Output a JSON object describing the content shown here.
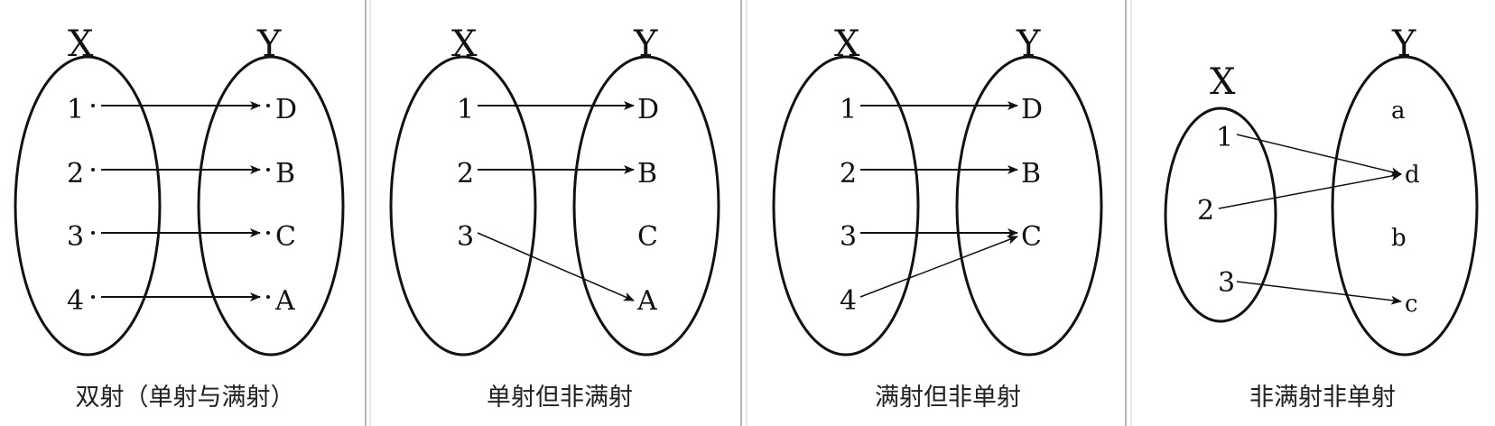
{
  "colors": {
    "stroke": "#111111",
    "divider": "#b5b5b5",
    "divider_shadow": "#e9e9e9",
    "caption_text": "#222222"
  },
  "panels": [
    {
      "caption": "双射（单射与满射）",
      "set_x_label": "X",
      "set_y_label": "Y",
      "x_elements": [
        "1",
        "2",
        "3",
        "4"
      ],
      "y_elements": [
        "D",
        "B",
        "C",
        "A"
      ],
      "mapping": [
        [
          "1",
          "D"
        ],
        [
          "2",
          "B"
        ],
        [
          "3",
          "C"
        ],
        [
          "4",
          "A"
        ]
      ]
    },
    {
      "caption": "单射但非满射",
      "set_x_label": "X",
      "set_y_label": "Y",
      "x_elements": [
        "1",
        "2",
        "3"
      ],
      "y_elements": [
        "D",
        "B",
        "C",
        "A"
      ],
      "mapping": [
        [
          "1",
          "D"
        ],
        [
          "2",
          "B"
        ],
        [
          "3",
          "A"
        ]
      ]
    },
    {
      "caption": "满射但非单射",
      "set_x_label": "X",
      "set_y_label": "Y",
      "x_elements": [
        "1",
        "2",
        "3",
        "4"
      ],
      "y_elements": [
        "D",
        "B",
        "C"
      ],
      "mapping": [
        [
          "1",
          "D"
        ],
        [
          "2",
          "B"
        ],
        [
          "3",
          "C"
        ],
        [
          "4",
          "C"
        ]
      ]
    },
    {
      "caption": "非满射非单射",
      "set_x_label": "X",
      "set_y_label": "Y",
      "x_elements": [
        "1",
        "2",
        "3"
      ],
      "y_elements": [
        "a",
        "d",
        "b",
        "c"
      ],
      "mapping": [
        [
          "1",
          "d"
        ],
        [
          "2",
          "d"
        ],
        [
          "3",
          "c"
        ]
      ]
    }
  ]
}
